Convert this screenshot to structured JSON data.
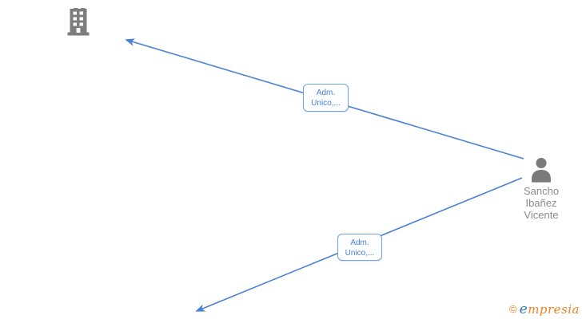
{
  "graph": {
    "nodes": {
      "company": {
        "icon": "building-icon"
      },
      "company_offscreen_top": {
        "icon": "building-icon-partial"
      },
      "person": {
        "icon": "person-icon",
        "name": "Sancho Ibañez Vicente"
      }
    },
    "edges": [
      {
        "from": "person",
        "to": "company",
        "label_line1": "Adm.",
        "label_line2": "Unico,..."
      },
      {
        "from": "person",
        "to": "offscreen-bottom-left",
        "label_line1": "Adm.",
        "label_line2": "Unico,..."
      }
    ]
  },
  "colors": {
    "edge_blue": "#4a80d8",
    "label_border_blue": "#74a1e4",
    "label_text_blue": "#4a80d8",
    "icon_gray": "#7d7d7d",
    "name_text_gray": "#8b8b8b",
    "logo_orange": "#f08220",
    "logo_blue": "#2e7bb5"
  },
  "watermark": {
    "copyright": "©",
    "brand_initial": "e",
    "brand_rest": "mpresia"
  }
}
